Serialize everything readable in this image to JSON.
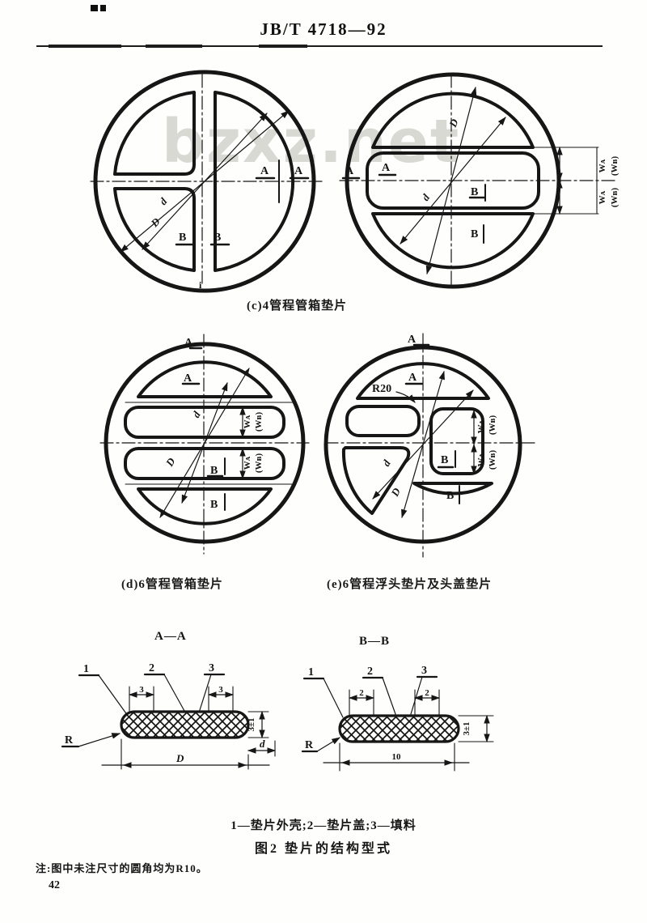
{
  "page": {
    "header": "JB/T 4718—92",
    "watermark": "bzxz.net",
    "legend": "1—垫片外壳;2—垫片盖;3—填料",
    "figure_caption": "图2  垫片的结构型式",
    "note": "注:图中未注尺寸的圆角均为R10。",
    "page_number": "42"
  },
  "captions": {
    "c": "(c)4管程管箱垫片",
    "d": "(d)6管程管箱垫片",
    "e": "(e)6管程浮头垫片及头盖垫片"
  },
  "labels": {
    "A": "A",
    "B": "B",
    "D": "D",
    "d": "d",
    "i": "i",
    "r20": "R20",
    "wa": "Wᴀ",
    "wb": "(Wʙ)",
    "n1": "1",
    "n2": "2",
    "n3": "3",
    "dim3": "3",
    "dim2": "2",
    "dim10": "10",
    "thk": "3±1",
    "R": "R",
    "aa": "A—A",
    "bb": "B—B"
  },
  "colors": {
    "ink": "#161616",
    "watermark": "#d9d9d3",
    "paper": "#fefefd"
  }
}
